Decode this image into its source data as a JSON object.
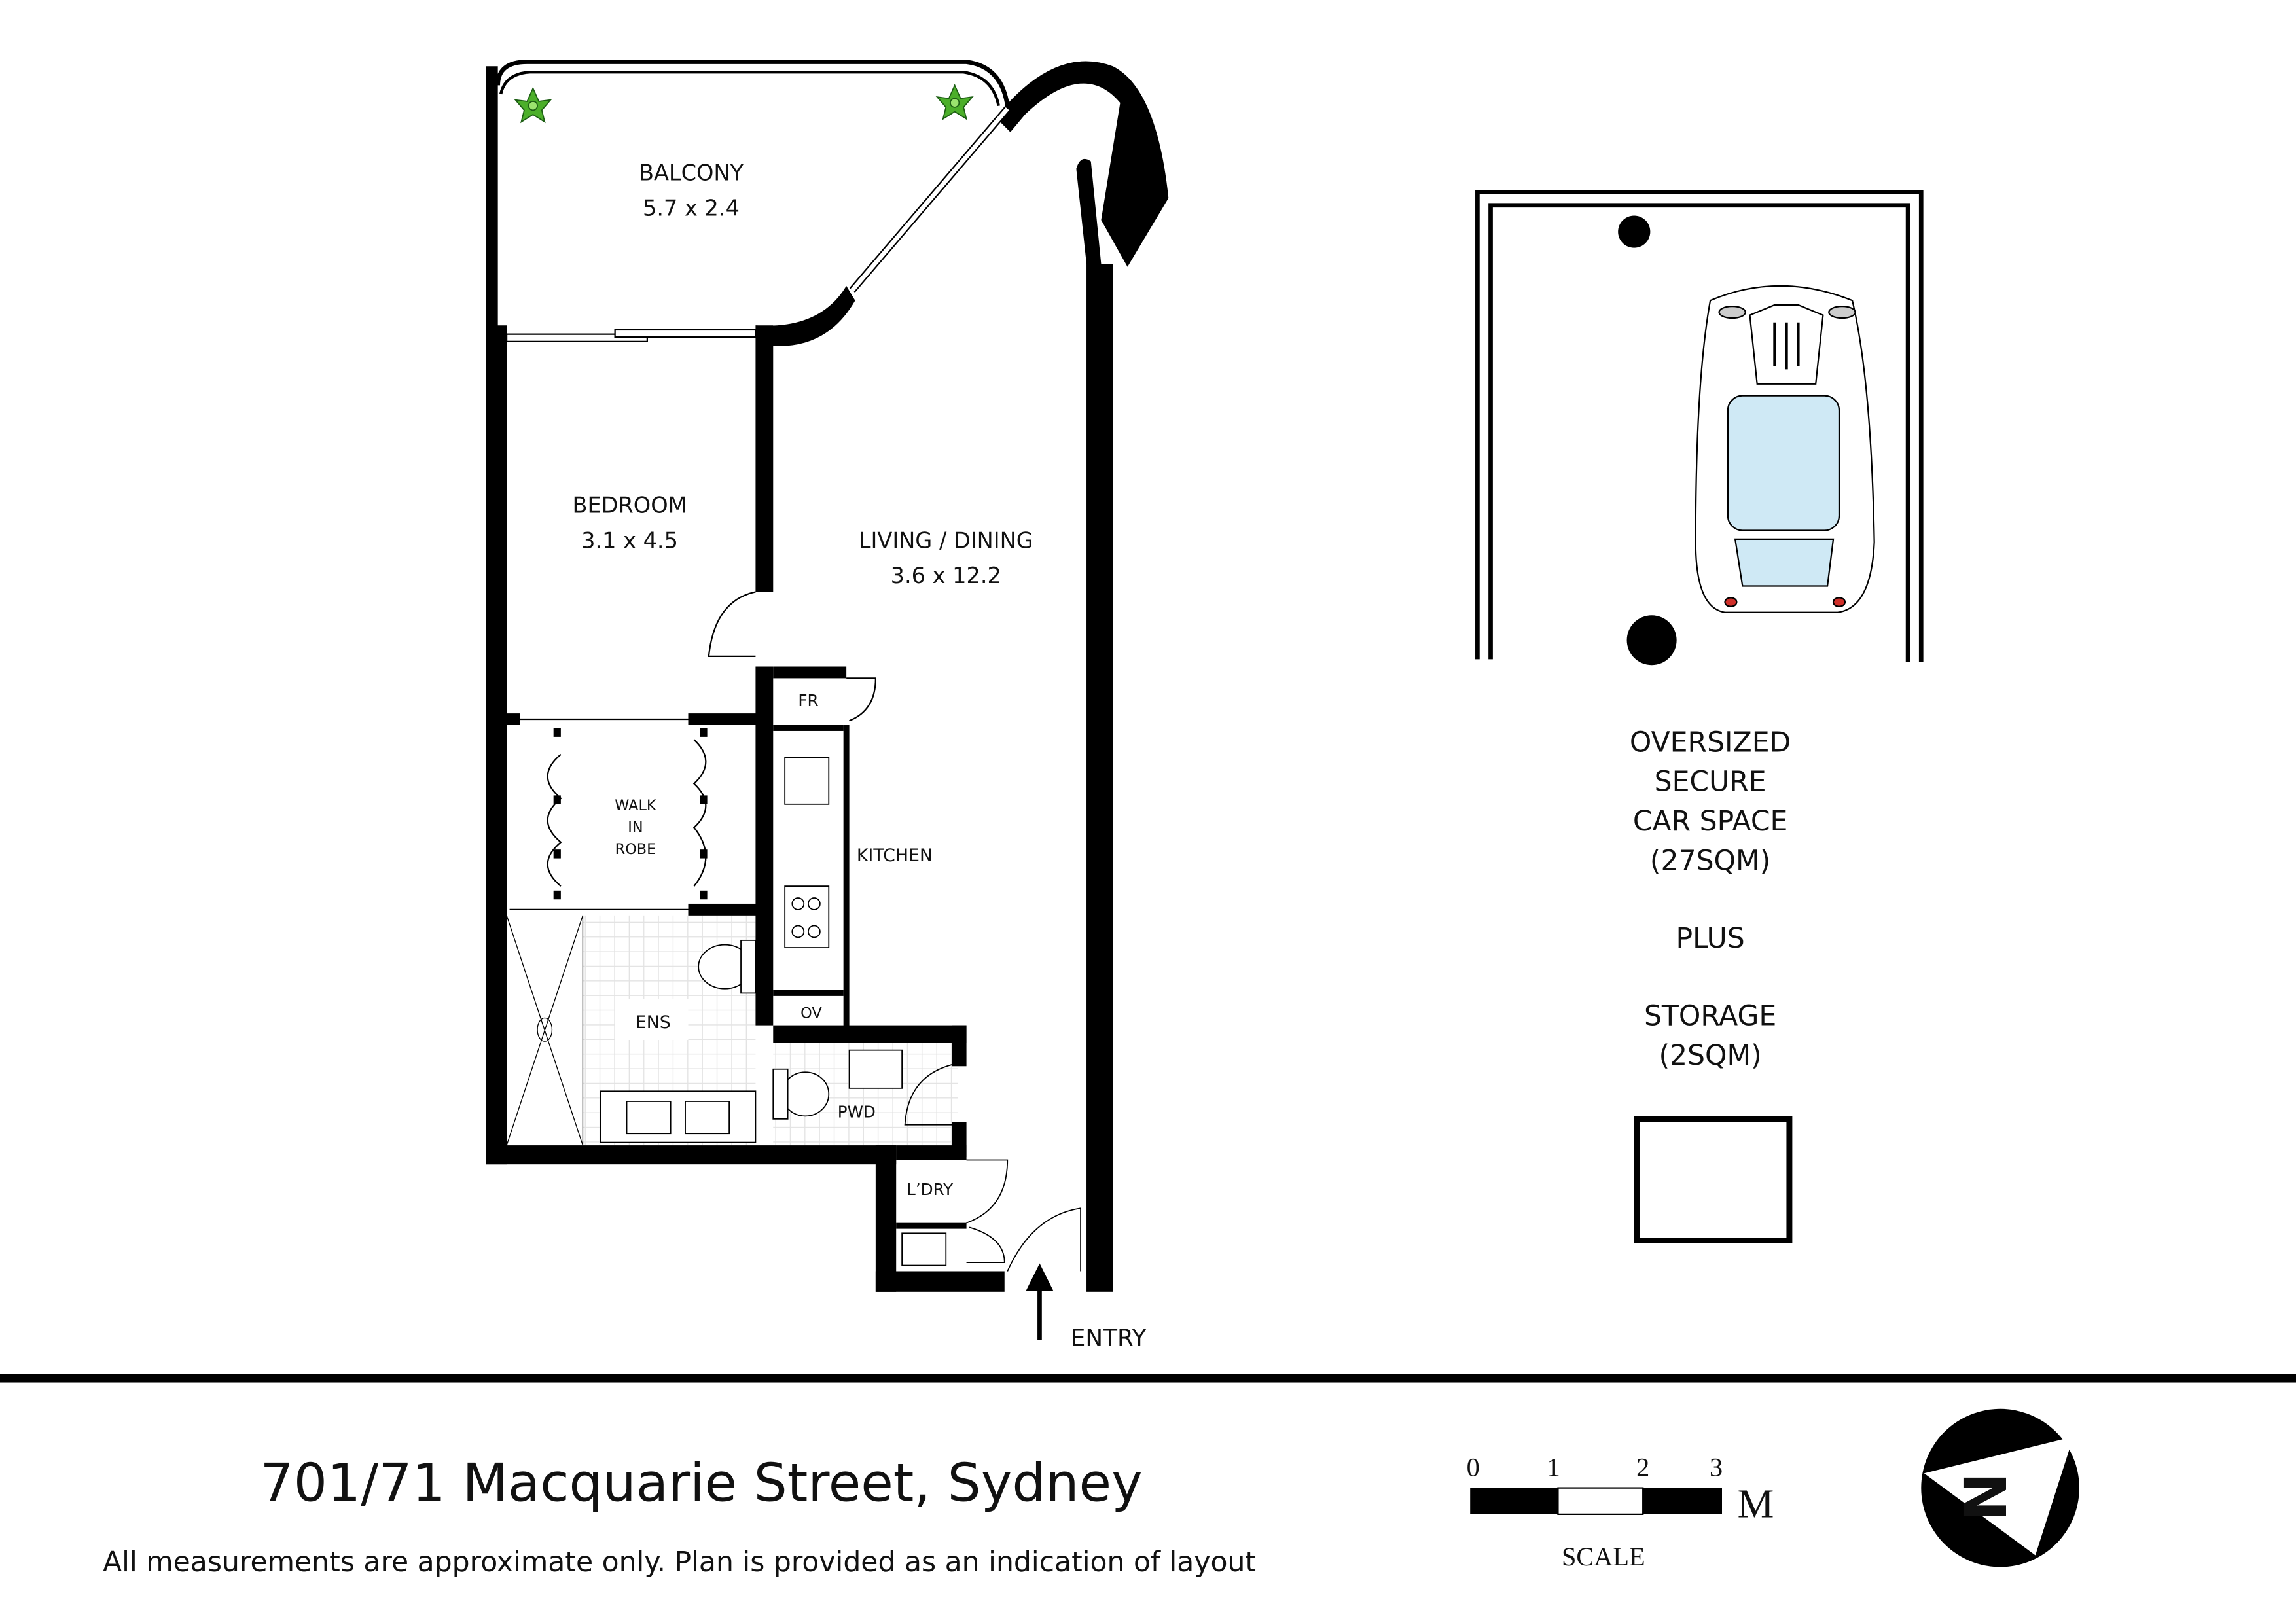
{
  "rooms": {
    "balcony": {
      "name": "BALCONY",
      "size": "5.7 x 2.4"
    },
    "bedroom": {
      "name": "BEDROOM",
      "size": "3.1 x 4.5"
    },
    "living": {
      "name": "LIVING / DINING",
      "size": "3.6 x 12.2"
    },
    "fridge": "FR",
    "robe": [
      "WALK",
      "IN",
      "ROBE"
    ],
    "kitchen": "KITCHEN",
    "oven": "OV",
    "ensuite": "ENS",
    "powder": "PWD",
    "laundry": "L’DRY",
    "entry": "ENTRY"
  },
  "parking": {
    "lines": [
      "OVERSIZED",
      "SECURE",
      "CAR SPACE",
      "(27SQM)"
    ],
    "plus": "PLUS",
    "storage": [
      "STORAGE",
      "(2SQM)"
    ]
  },
  "footer": {
    "address": "701/71 Macquarie Street, Sydney",
    "disclaimer": "All measurements are approximate only. Plan is provided as an indication of layout"
  },
  "scale": {
    "ticks": [
      "0",
      "1",
      "2",
      "3"
    ],
    "unit": "M",
    "label": "SCALE"
  },
  "compass": {
    "letter": "N"
  },
  "colors": {
    "wall": "#000000",
    "plant": "#4caf2a",
    "tile": "#e6e6e6",
    "car_glass": "#cfe9f5",
    "taillight": "#d0302a"
  }
}
